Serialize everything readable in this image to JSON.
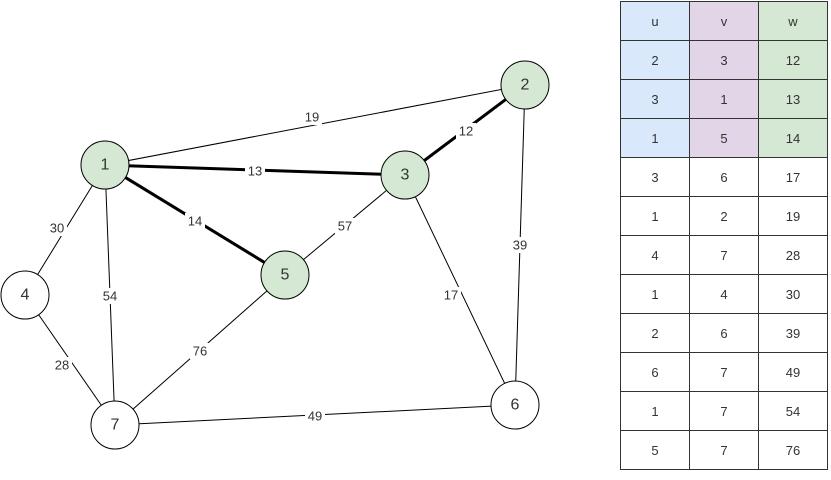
{
  "colors": {
    "mst_node_fill": "#d5e8d4",
    "node_fill": "#ffffff",
    "stroke": "#000000",
    "col_u_fill": "#dae8fc",
    "col_v_fill": "#e1d5e7",
    "col_w_fill": "#d5e8d4"
  },
  "nodes": [
    {
      "id": "1",
      "label": "1",
      "in_mst": true
    },
    {
      "id": "2",
      "label": "2",
      "in_mst": true
    },
    {
      "id": "3",
      "label": "3",
      "in_mst": true
    },
    {
      "id": "4",
      "label": "4",
      "in_mst": false
    },
    {
      "id": "5",
      "label": "5",
      "in_mst": true
    },
    {
      "id": "6",
      "label": "6",
      "in_mst": false
    },
    {
      "id": "7",
      "label": "7",
      "in_mst": false
    }
  ],
  "edges": [
    {
      "u": "1",
      "v": "2",
      "w": "19",
      "in_mst": false
    },
    {
      "u": "1",
      "v": "3",
      "w": "13",
      "in_mst": true
    },
    {
      "u": "1",
      "v": "5",
      "w": "14",
      "in_mst": true
    },
    {
      "u": "2",
      "v": "3",
      "w": "12",
      "in_mst": true
    },
    {
      "u": "1",
      "v": "4",
      "w": "30",
      "in_mst": false
    },
    {
      "u": "1",
      "v": "7",
      "w": "54",
      "in_mst": false
    },
    {
      "u": "3",
      "v": "5",
      "w": "57",
      "in_mst": false
    },
    {
      "u": "3",
      "v": "6",
      "w": "17",
      "in_mst": false
    },
    {
      "u": "2",
      "v": "6",
      "w": "39",
      "in_mst": false
    },
    {
      "u": "4",
      "v": "7",
      "w": "28",
      "in_mst": false
    },
    {
      "u": "5",
      "v": "7",
      "w": "76",
      "in_mst": false
    },
    {
      "u": "6",
      "v": "7",
      "w": "49",
      "in_mst": false
    }
  ],
  "table": {
    "headers": [
      "u",
      "v",
      "w"
    ],
    "highlighted_rows": 3,
    "rows": [
      [
        "2",
        "3",
        "12"
      ],
      [
        "3",
        "1",
        "13"
      ],
      [
        "1",
        "5",
        "14"
      ],
      [
        "3",
        "6",
        "17"
      ],
      [
        "1",
        "2",
        "19"
      ],
      [
        "4",
        "7",
        "28"
      ],
      [
        "1",
        "4",
        "30"
      ],
      [
        "2",
        "6",
        "39"
      ],
      [
        "6",
        "7",
        "49"
      ],
      [
        "1",
        "7",
        "54"
      ],
      [
        "5",
        "7",
        "76"
      ]
    ]
  }
}
